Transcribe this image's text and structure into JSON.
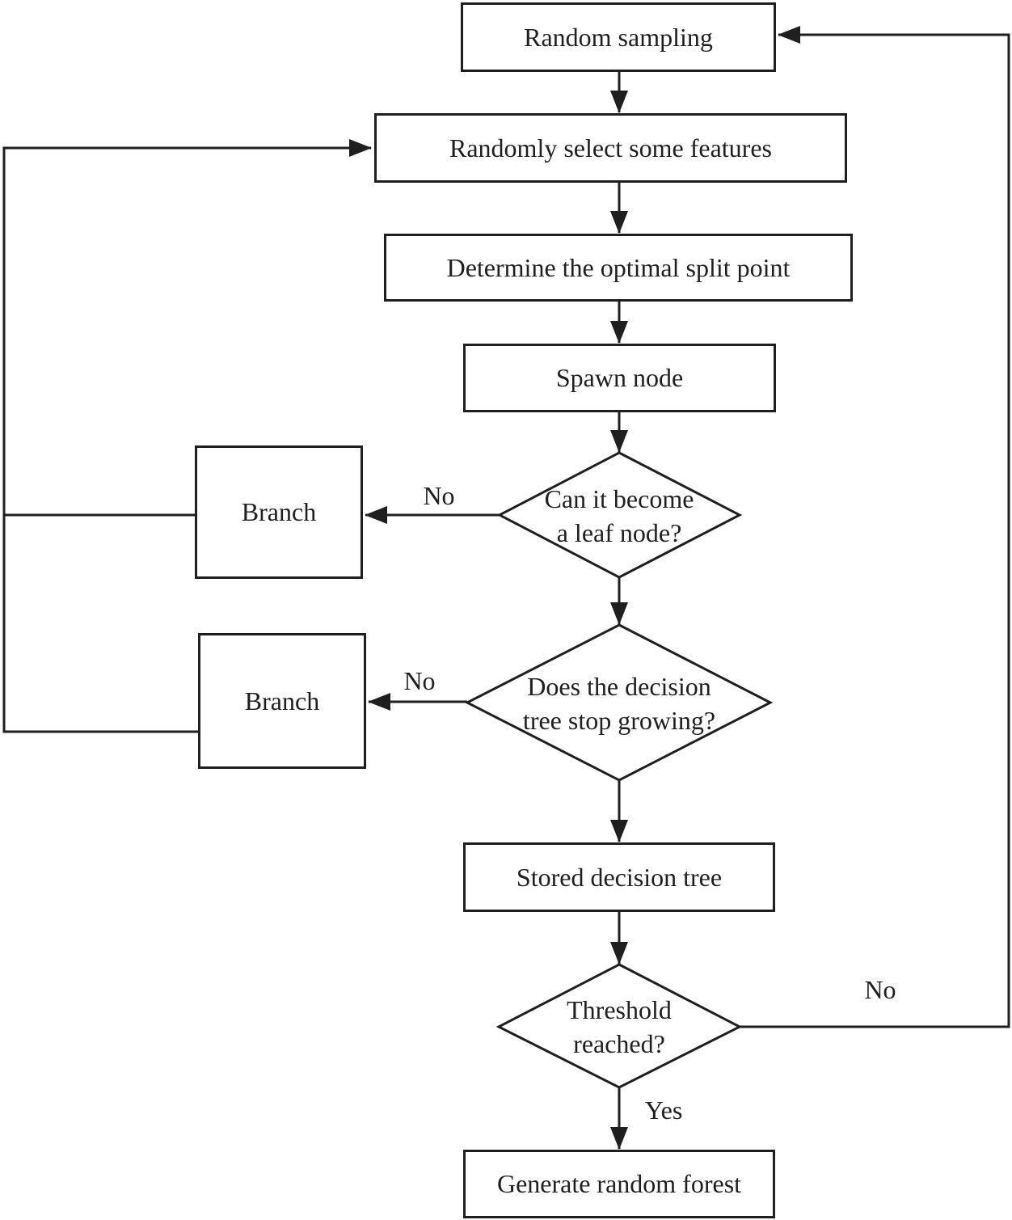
{
  "flowchart": {
    "nodes": {
      "random_sampling": "Random sampling",
      "select_features": "Randomly select some features",
      "optimal_split": "Determine the optimal split point",
      "spawn_node": "Spawn node",
      "leaf_question_line1": "Can it become",
      "leaf_question_line2": "a leaf node?",
      "branch_top": "Branch",
      "grow_question_line1": "Does the decision",
      "grow_question_line2": "tree stop growing?",
      "branch_bottom": "Branch",
      "stored_tree": "Stored decision tree",
      "threshold_question_line1": "Threshold",
      "threshold_question_line2": "reached?",
      "generate_forest": "Generate random forest"
    },
    "edge_labels": {
      "leaf_no": "No",
      "grow_no": "No",
      "threshold_no": "No",
      "threshold_yes": "Yes"
    },
    "colors": {
      "line": "#1f1f1f",
      "text": "#1f1f1f",
      "background": "#ffffff"
    }
  }
}
